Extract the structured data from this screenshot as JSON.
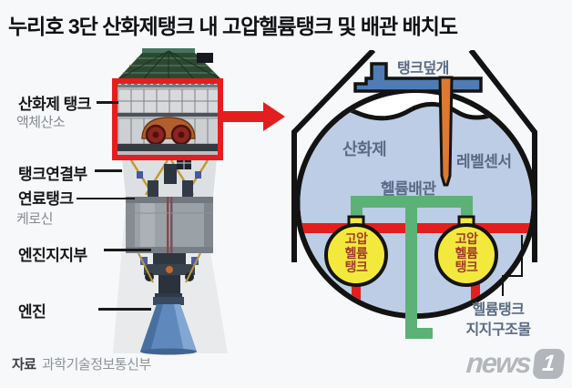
{
  "title": "누리호 3단 산화제탱크 내 고압헬륨탱크 및 배관 배치도",
  "left_labels": {
    "oxidizer_tank": "산화제 탱크",
    "liquid_oxygen": "액체산소",
    "tank_connection": "탱크연결부",
    "fuel_tank": "연료탱크",
    "kerosene": "케로신",
    "engine_support": "엔진지지부",
    "engine": "엔진"
  },
  "diagram": {
    "tank_cover": "탱크덮개",
    "oxidizer": "산화제",
    "level_sensor": "레벨센서",
    "helium_pipe": "헬륨배관",
    "helium_tank": {
      "line1": "고압",
      "line2": "헬륨",
      "line3": "탱크"
    },
    "helium_support": {
      "line1": "헬륨탱크",
      "line2": "지지구조물"
    }
  },
  "source": {
    "prefix": "자료",
    "name": "과학기술정보통신부"
  },
  "logo": {
    "text": "news",
    "badge": "1"
  },
  "colors": {
    "highlight_red": "#e31e1e",
    "pipe_green": "#5cb176",
    "tank_yellow": "#f3e93d",
    "cover_blue": "#4f7cb4",
    "sensor_orange": "#dd7a30",
    "oxidizer_blue": "#bccde5",
    "label_slate": "#5a6a85",
    "tank_text_red": "#a03a2c",
    "logo_gray": "#b3b6ba"
  }
}
